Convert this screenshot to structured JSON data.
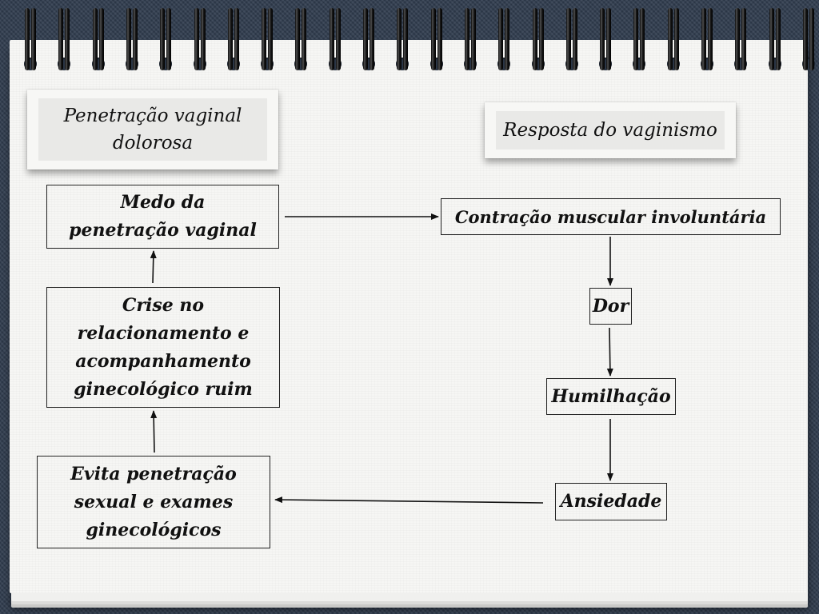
{
  "notes": {
    "painful_penetration": "Penetração vaginal dolorosa",
    "vaginismus_response": "Resposta do vaginismo"
  },
  "boxes": {
    "fear_penetration": "Medo da penetração vaginal",
    "involuntary_contraction": "Contração muscular involuntária",
    "pain": "Dor",
    "humiliation": "Humilhação",
    "anxiety": "Ansiedade",
    "avoids_penetration": "Evita penetração sexual e exames ginecológicos",
    "relationship_crisis": "Crise no relacionamento e acompanhamento ginecológico ruim"
  },
  "colors": {
    "background": "#2f3b4d",
    "paper": "#f6f6f4",
    "ink": "#111111"
  }
}
